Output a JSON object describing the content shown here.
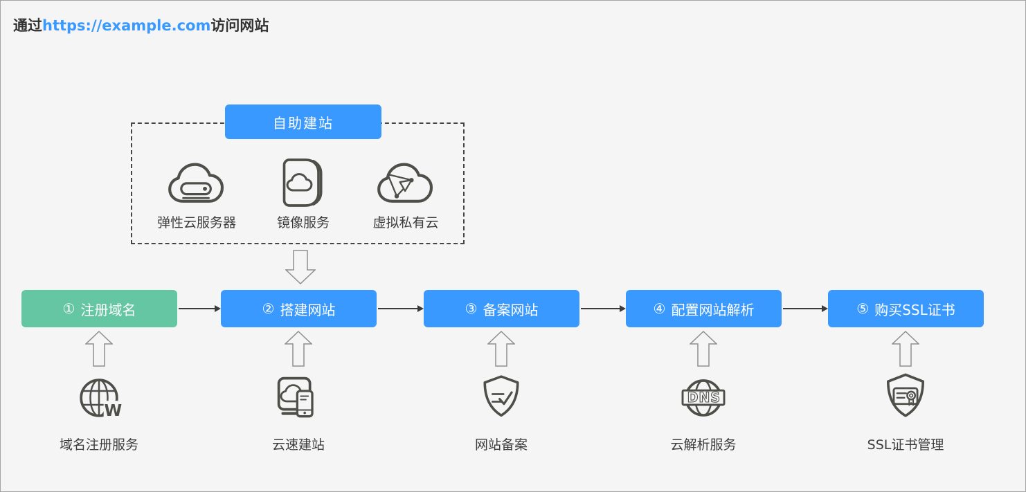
{
  "title": {
    "prefix": "通过",
    "url": "https://example.com",
    "suffix": "访问网站"
  },
  "colors": {
    "blue": "#3999fe",
    "green": "#65c6a3",
    "background": "#f5f5f6",
    "icon_stroke": "#4f4f4a",
    "text": "#333333"
  },
  "self_build": {
    "label": "自助建站",
    "items": [
      {
        "icon": "elastic-cloud-server-icon",
        "label": "弹性云服务器"
      },
      {
        "icon": "image-service-icon",
        "label": "镜像服务"
      },
      {
        "icon": "virtual-private-cloud-icon",
        "label": "虚拟私有云"
      }
    ]
  },
  "steps": [
    {
      "number": "①",
      "label": "注册域名"
    },
    {
      "number": "②",
      "label": "搭建网站"
    },
    {
      "number": "③",
      "label": "备案网站"
    },
    {
      "number": "④",
      "label": "配置网站解析"
    },
    {
      "number": "⑤",
      "label": "购买SSL证书"
    }
  ],
  "services": [
    {
      "icon": "globe-domain-icon",
      "label": "域名注册服务",
      "icon_text": "W"
    },
    {
      "icon": "devices-cloud-icon",
      "label": "云速建站",
      "icon_text": ""
    },
    {
      "icon": "shield-check-icon",
      "label": "网站备案",
      "icon_text": ""
    },
    {
      "icon": "globe-dns-icon",
      "label": "云解析服务",
      "icon_text": "DNS"
    },
    {
      "icon": "shield-certificate-icon",
      "label": "SSL证书管理",
      "icon_text": ""
    }
  ]
}
